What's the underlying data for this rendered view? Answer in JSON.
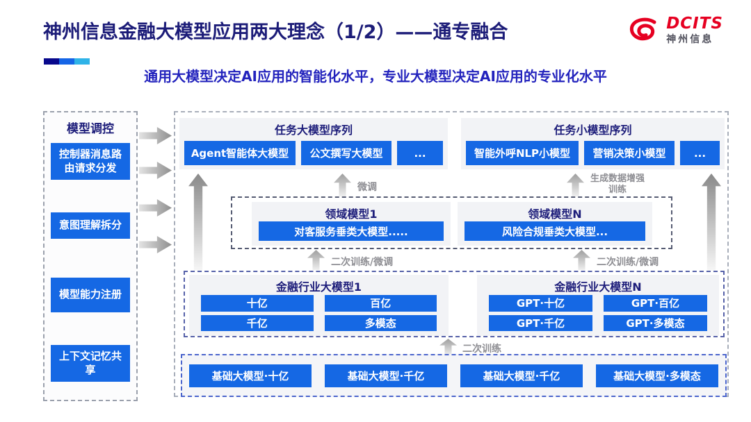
{
  "header": {
    "title": "神州信息金融大模型应用两大理念（1/2）——通专融合",
    "subtitle": "通用大模型决定AI应用的智能化水平，专业大模型决定AI应用的专业化水平",
    "logo": {
      "brand": "DCITS",
      "company": "神州信息"
    }
  },
  "sidebar": {
    "title": "模型调控",
    "items": [
      "控制器消息路由请求分发",
      "意图理解拆分",
      "模型能力注册",
      "上下文记忆共享"
    ]
  },
  "diagram": {
    "task_large": {
      "title": "任务大模型序列",
      "items": [
        "Agent智能体大模型",
        "公文撰写大模型",
        "..."
      ]
    },
    "task_small": {
      "title": "任务小模型序列",
      "items": [
        "智能外呼NLP小模型",
        "营销决策小模型",
        "..."
      ]
    },
    "domain_models": [
      {
        "title": "领域模型1",
        "item": "对客服务垂类大模型....."
      },
      {
        "title": "领域模型N",
        "item": "风险合规垂类大模型..."
      }
    ],
    "industry_models": [
      {
        "title": "金融行业大模型1",
        "items": [
          "十亿",
          "百亿",
          "千亿",
          "多模态"
        ]
      },
      {
        "title": "金融行业大模型N",
        "items": [
          "GPT·十亿",
          "GPT·百亿",
          "GPT·千亿",
          "GPT·多模态"
        ]
      }
    ],
    "base_models": [
      "基础大模型·十亿",
      "基础大模型·千亿",
      "基础大模型·千亿",
      "基础大模型·多模态"
    ],
    "arrow_labels": {
      "finetune": "微调",
      "gen_data_train": "生成数据增强训练",
      "second_train_finetune_left": "二次训练/微调",
      "second_train_finetune_right": "二次训练/微调",
      "second_train": "二次训练"
    }
  },
  "colors": {
    "button_blue": "#1568e4",
    "title_navy": "#1c1c78",
    "subtitle_blue": "#2323bd",
    "logo_red": "#e60021",
    "arrow_gray": "#9a9a9a",
    "group_bg": "#f2f3f6"
  }
}
